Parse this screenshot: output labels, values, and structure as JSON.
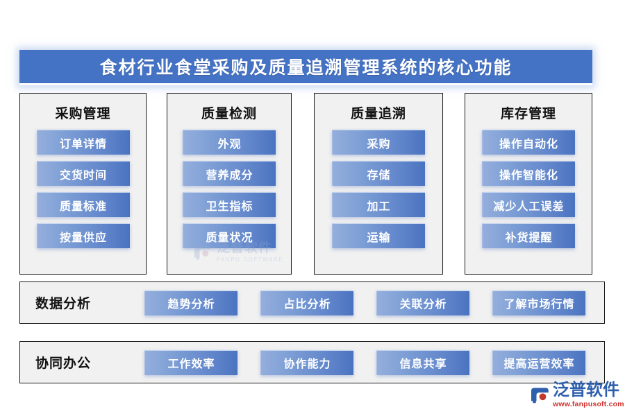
{
  "header": {
    "title": "食材行业食堂采购及质量追溯管理系统的核心功能"
  },
  "columns": [
    {
      "header": "采购管理",
      "items": [
        "订单详情",
        "交货时间",
        "质量标准",
        "按量供应"
      ]
    },
    {
      "header": "质量检测",
      "items": [
        "外观",
        "营养成分",
        "卫生指标",
        "质量状况"
      ]
    },
    {
      "header": "质量追溯",
      "items": [
        "采购",
        "存储",
        "加工",
        "运输"
      ]
    },
    {
      "header": "库存管理",
      "items": [
        "操作自动化",
        "操作智能化",
        "减少人工误差",
        "补货提醒"
      ]
    }
  ],
  "bands": [
    {
      "label": "数据分析",
      "items": [
        "趋势分析",
        "占比分析",
        "关联分析",
        "了解市场行情"
      ]
    },
    {
      "label": "协同办公",
      "items": [
        "工作效率",
        "协作能力",
        "信息共享",
        "提高运营效率"
      ]
    }
  ],
  "watermark": {
    "cn": "泛普软件",
    "en": "FANPU SOFTWARE"
  },
  "logo": {
    "cn": "泛普软件",
    "url": "www.fanpusoft.com"
  },
  "colors": {
    "title_bar": "#4472C4",
    "chip_light": "#94AEDC",
    "chip_dark": "#4A73C0",
    "panel_bg": "#F1F1F1",
    "panel_border": "#1a1a1a",
    "logo_blue": "#2E5FAC",
    "logo_red": "#D0322E"
  }
}
